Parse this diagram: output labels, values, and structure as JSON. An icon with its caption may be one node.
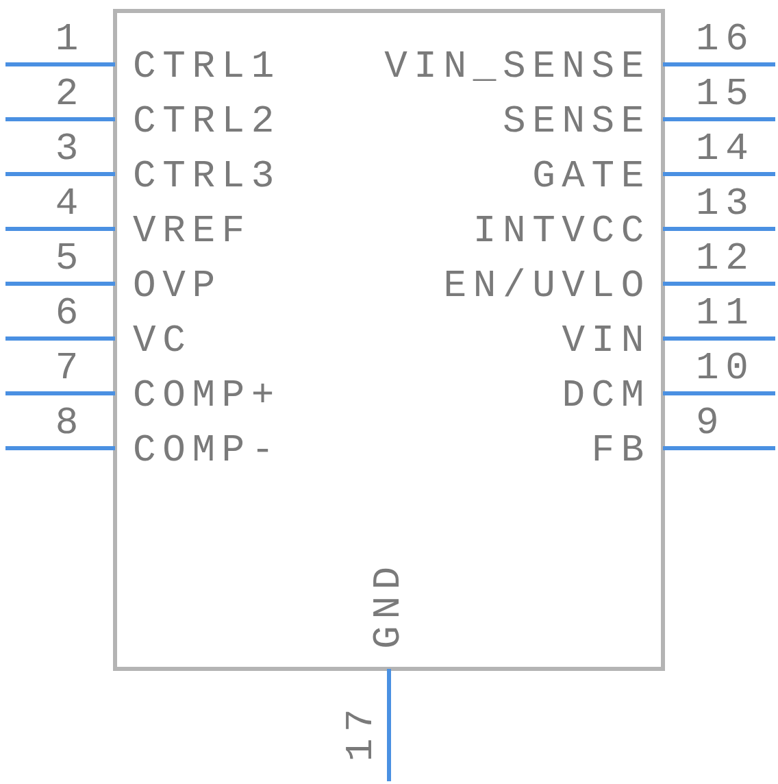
{
  "diagram": {
    "labels": [
      "1",
      "CTRL1",
      "VIN_SENSE",
      "16",
      "2",
      "CTRL2",
      "SENSE",
      "15",
      "3",
      "CTRL3",
      "GATE",
      "14",
      "4",
      "VREF",
      "INTVCC",
      "13",
      "5",
      "OVP",
      "EN/UVLO",
      "12",
      "6",
      "VC",
      "VIN",
      "11",
      "7",
      "COMP+",
      "DCM",
      "10",
      "8",
      "COMP-",
      "FB",
      "9",
      "GND",
      "17"
    ]
  }
}
